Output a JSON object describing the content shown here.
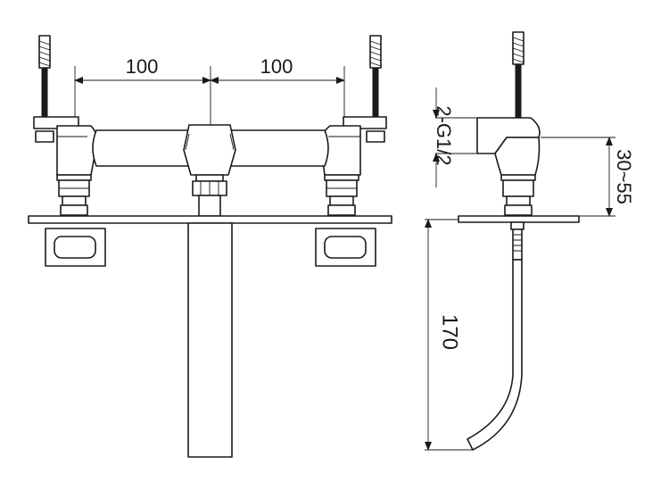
{
  "dimensions": {
    "spacing_left": "100",
    "spacing_right": "100",
    "connection": "2-G1/2",
    "deck_thickness": "30~55",
    "tail_length": "170"
  }
}
